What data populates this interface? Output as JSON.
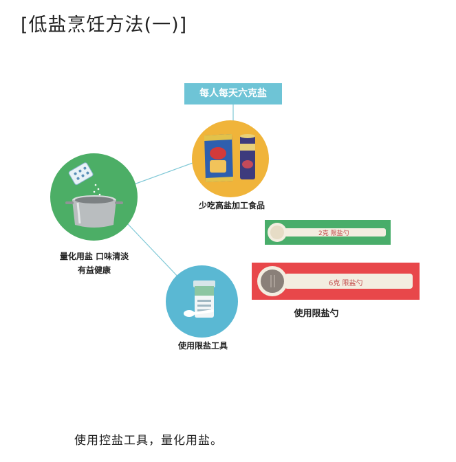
{
  "title": "[低盐烹饪方法(一)]",
  "banner": "每人每天六克盐",
  "labels": {
    "processed_food": "少吃高盐加工食品",
    "quantify_line1": "量化用盐 口味清淡",
    "quantify_line2": "有益健康",
    "salt_tool": "使用限盐工具",
    "salt_spoon": "使用限盐勺"
  },
  "spoons": {
    "small": "2克  限盐勺",
    "large": "6克  限盐勺"
  },
  "footer": "使用控盐工具，量化用盐。",
  "colors": {
    "green": "#4cae66",
    "orange": "#f0b43a",
    "blue": "#5ab8d3",
    "banner": "#6ec4d6",
    "red": "#e8474a"
  }
}
